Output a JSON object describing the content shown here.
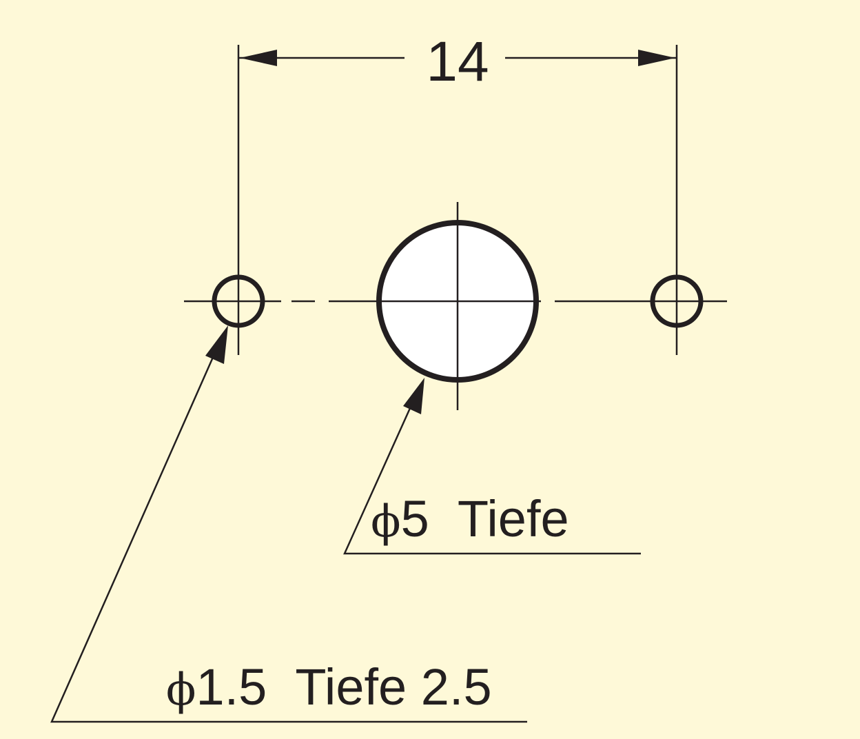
{
  "dimension": {
    "value": "14"
  },
  "callouts": [
    {
      "symbol": "ϕ",
      "text": "5  Tiefe"
    },
    {
      "symbol": "ϕ",
      "text": "1.5  Tiefe 2.5"
    }
  ],
  "colors": {
    "background": "#fef9d8",
    "line": "#231f20",
    "hole_fill": "#ffffff"
  }
}
